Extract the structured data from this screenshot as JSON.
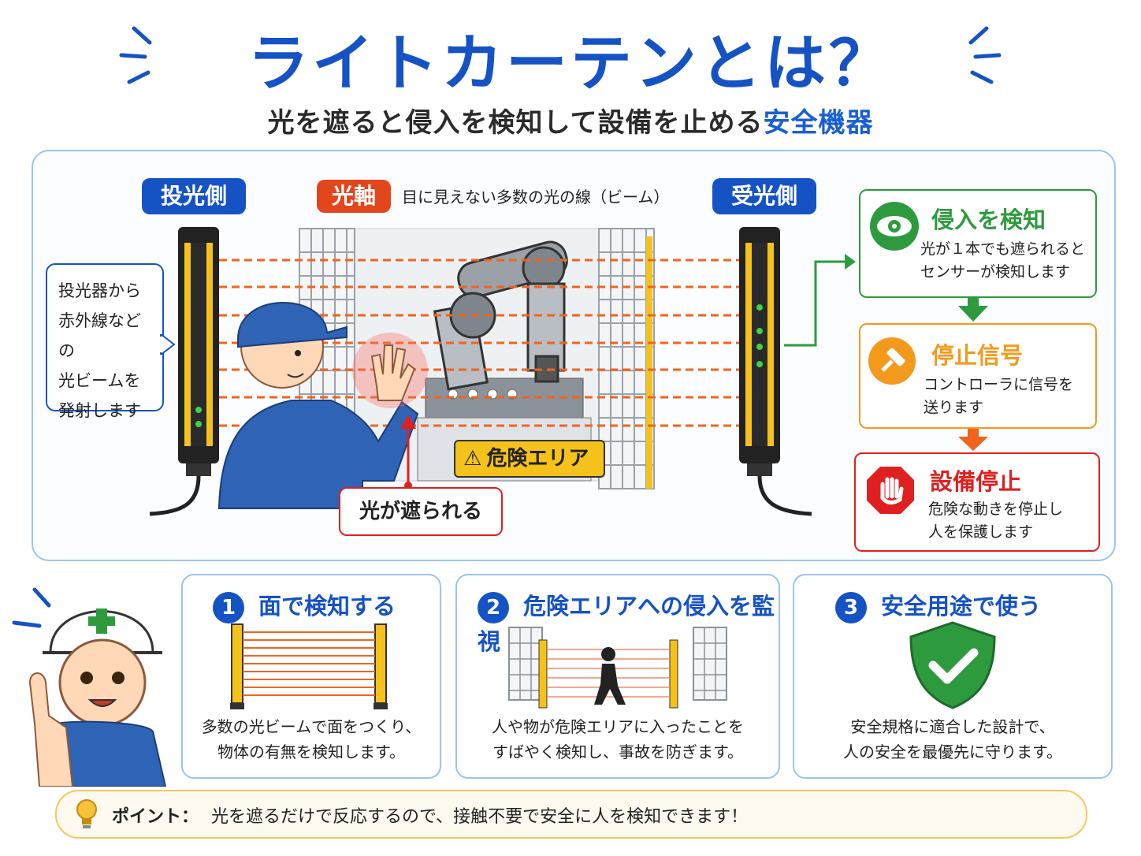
{
  "header": {
    "title": "ライトカーテンとは？",
    "subtitle_main": "光を遮ると侵入を検知して設備を止める",
    "subtitle_highlight": "安全機器"
  },
  "diagram": {
    "emitter_label": "投光側",
    "receiver_label": "受光側",
    "axis_tag": "光軸",
    "axis_desc": "目に見えない多数の光の線（ビーム）",
    "emitter_bubble_lines": [
      "投光器から",
      "赤外線などの",
      "光ビームを",
      "発射します"
    ],
    "danger_label": "危険エリア",
    "blocked_label": "光が遮られる"
  },
  "steps": [
    {
      "title": "侵入を検知",
      "desc_lines": [
        "光が１本でも遮られると",
        "センサーが検知します"
      ],
      "color": "#2e9a3e"
    },
    {
      "title": "停止信号",
      "desc_lines": [
        "コントローラに信号を",
        "送ります"
      ],
      "color": "#f39a1c"
    },
    {
      "title": "設備停止",
      "desc_lines": [
        "危険な動きを停止し",
        "人を保護します"
      ],
      "color": "#e02020"
    }
  ],
  "features": [
    {
      "num": "1",
      "title": "面で検知する",
      "desc_lines": [
        "多数の光ビームで面をつくり、",
        "物体の有無を検知します。"
      ]
    },
    {
      "num": "2",
      "title": "危険エリアへの侵入を監視",
      "desc_lines": [
        "人や物が危険エリアに入ったことを",
        "すばやく検知し、事故を防ぎます。"
      ]
    },
    {
      "num": "3",
      "title": "安全用途で使う",
      "desc_lines": [
        "安全規格に適合した設計で、",
        "人の安全を最優先に守ります。"
      ]
    }
  ],
  "point": {
    "label": "ポイント：",
    "text": "光を遮るだけで反応するので、接触不要で安全に人を検知できます！"
  },
  "colors": {
    "brand_blue": "#1553c4",
    "beam": "#f0641e",
    "green": "#2e9a3e",
    "orange": "#f39a1c",
    "red": "#e02020",
    "sensor_yellow": "#f4c21a"
  }
}
